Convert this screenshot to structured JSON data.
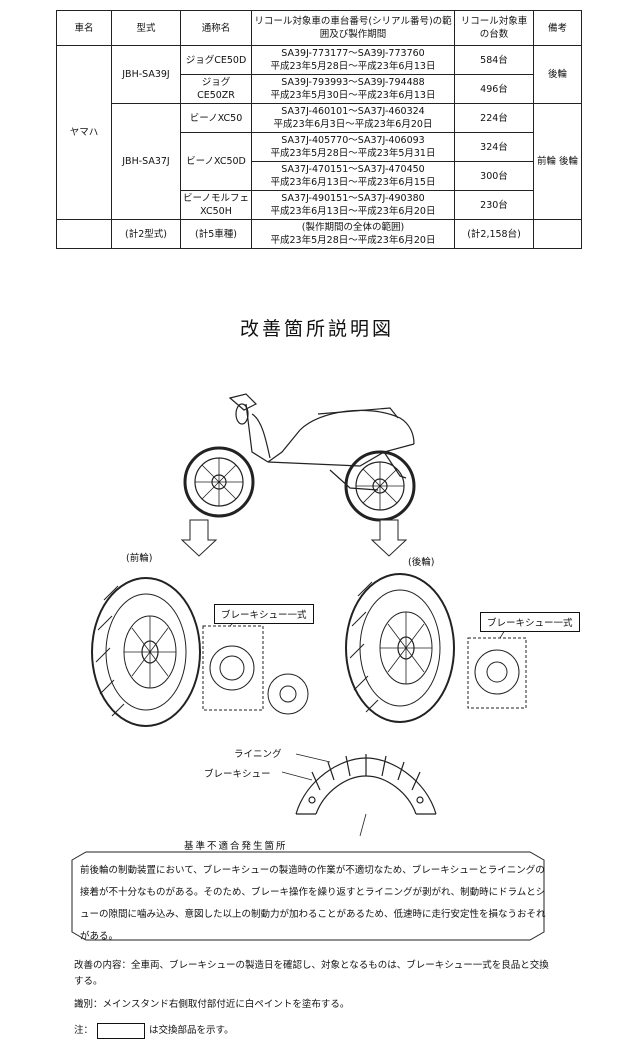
{
  "table": {
    "headers": [
      "車名",
      "型式",
      "通称名",
      "リコール対象車の車台番号(シリアル番号)の範囲及び製作期間",
      "リコール対象車の台数",
      "備考"
    ],
    "maker": "ヤマハ",
    "models": [
      "JBH-SA39J",
      "JBH-SA37J"
    ],
    "rows": [
      {
        "name": "ジョグCE50D",
        "range": "SA39J-773177～SA39J-773760",
        "period": "平成23年5月28日～平成23年6月13日",
        "count": "584台"
      },
      {
        "name": "ジョグCE50ZR",
        "range": "SA39J-793993～SA39J-794488",
        "period": "平成23年5月30日～平成23年6月13日",
        "count": "496台"
      },
      {
        "name": "ビーノXC50",
        "range": "SA37J-460101～SA37J-460324",
        "period": "平成23年6月3日～平成23年6月20日",
        "count": "224台"
      },
      {
        "name": "ビーノXC50D",
        "range": "SA37J-405770～SA37J-406093",
        "period": "平成23年5月28日～平成23年5月31日",
        "count": "324台"
      },
      {
        "name": "",
        "range": "SA37J-470151～SA37J-470450",
        "period": "平成23年6月13日～平成23年6月15日",
        "count": "300台"
      },
      {
        "name": "ビーノモルフェXC50H",
        "range": "SA37J-490151～SA37J-490380",
        "period": "平成23年6月13日～平成23年6月20日",
        "count": "230台"
      }
    ],
    "remarks": [
      "後輪",
      "前輪 後輪"
    ],
    "total": {
      "models": "(計2型式)",
      "types": "(計5車種)",
      "range": "(製作期間の全体の範囲)",
      "period": "平成23年5月28日～平成23年6月20日",
      "count": "(計2,158台)"
    }
  },
  "figure": {
    "title": "改善箇所説明図",
    "front_label": "(前輪)",
    "rear_label": "(後輪)",
    "brake_set_front": "ブレーキシュー一式",
    "brake_set_rear": "ブレーキシュー一式",
    "lining": "ライニング",
    "brake_shoe": "ブレーキシュー",
    "defect_title": "基準不適合発生箇所"
  },
  "description": "前後輪の制動装置において、ブレーキシューの製造時の作業が不適切なため、ブレーキシューとライニングの接着が不十分なものがある。そのため、ブレーキ操作を繰り返すとライニングが剥がれ、制動時にドラムとシューの隙間に噛み込み、意図した以上の制動力が加わることがあるため、低速時に走行安定性を損なうおそれがある。",
  "improvement": {
    "label": "改善の内容：",
    "text": "全車両、ブレーキシューの製造日を確認し、対象となるものは、ブレーキシュー一式を良品と交換する。"
  },
  "identification": {
    "label": "識別：",
    "text": "メインスタンド右側取付部付近に白ペイントを塗布する。"
  },
  "note": {
    "label": "注：",
    "text": "は交換部品を示す。"
  }
}
